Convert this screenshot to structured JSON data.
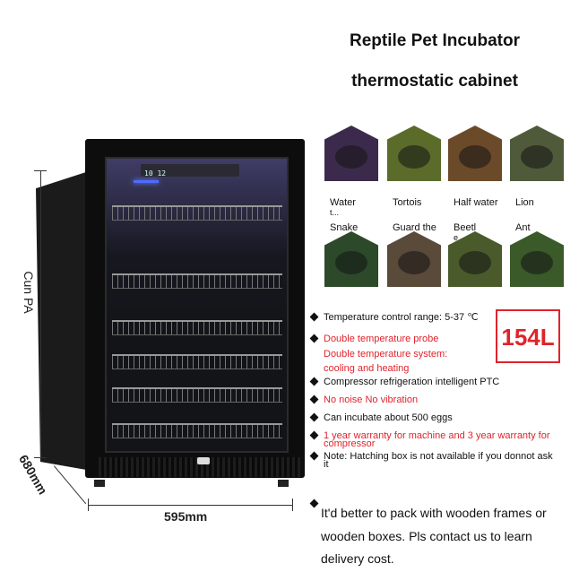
{
  "title": {
    "line1": "Reptile Pet Incubator",
    "line2": "thermostatic cabinet"
  },
  "product": {
    "display_text": "10 12",
    "dimensions": {
      "height_label": "Cun PA",
      "width_label": "595mm",
      "depth_label": "680mm"
    }
  },
  "animals": [
    {
      "label": "Water",
      "sub": "t...",
      "color": "#3c2a4d",
      "icon": "water-turtle-image"
    },
    {
      "label": "Tortois",
      "sub": "",
      "color": "#5a6b2a",
      "icon": "tortoise-image"
    },
    {
      "label": "Half water",
      "sub": "",
      "color": "#6b4a2a",
      "icon": "half-water-turtle-image"
    },
    {
      "label": "Lion",
      "sub": "",
      "color": "#4f5a3a",
      "icon": "lion-image"
    },
    {
      "label": "Snake",
      "sub": "",
      "color": "#2c4a2a",
      "icon": "snake-image"
    },
    {
      "label": "Guard the",
      "sub": "",
      "color": "#5a4a3a",
      "icon": "lizard-image"
    },
    {
      "label": "Beetl",
      "sub": "e",
      "color": "#4a5a2a",
      "icon": "beetle-image"
    },
    {
      "label": "Ant",
      "sub": "",
      "color": "#3a5a2a",
      "icon": "ant-image"
    }
  ],
  "capacity_badge": "154L",
  "features": [
    {
      "text": "Temperature control range: 5-37 ℃",
      "red": false
    },
    {
      "text": "Double temperature probe",
      "red": true
    },
    {
      "text": "Double temperature system:",
      "red": true
    },
    {
      "text": "cooling and heating",
      "red": true
    },
    {
      "text": "Compressor refrigeration intelligent PTC",
      "red": false
    },
    {
      "text": "No noise No vibration",
      "red": true
    },
    {
      "text": "Can incubate about 500 eggs",
      "red": false
    },
    {
      "text": "1 year warranty for machine and 3 year warranty for",
      "red": true
    },
    {
      "text": "compressor",
      "red": true
    },
    {
      "text": "Note: Hatching box is not available if you donnot ask",
      "red": false
    },
    {
      "text": "it",
      "red": false
    }
  ],
  "note_lines": [
    "It'd better to pack with wooden frames or",
    "wooden boxes. Pls contact us to learn",
    "delivery cost."
  ]
}
